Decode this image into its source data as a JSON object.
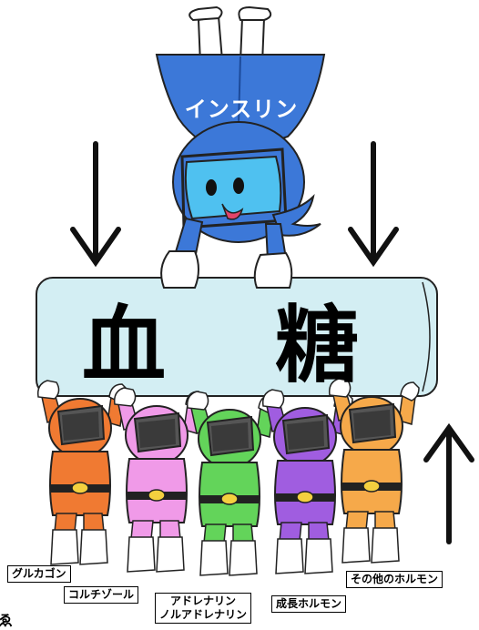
{
  "insulin": {
    "label": "インスリン",
    "color": "#3c78d8"
  },
  "blood_sugar": {
    "char1": "血",
    "char2": "糖",
    "bar_color": "#d3eef3"
  },
  "arrows": {
    "down_left": "down-arrow",
    "down_right": "down-arrow",
    "up_right": "up-arrow"
  },
  "heroes": [
    {
      "name": "glucagon",
      "color": "#f07a32"
    },
    {
      "name": "cortisol",
      "color": "#f09ae8"
    },
    {
      "name": "adrenaline",
      "color": "#63d45a"
    },
    {
      "name": "growth-hormone",
      "color": "#a05de0"
    },
    {
      "name": "other",
      "color": "#f6a94a"
    }
  ],
  "labels": {
    "glucagon": "グルカゴン",
    "cortisol": "コルチゾール",
    "adrenaline_1": "アドレナリン",
    "adrenaline_2": "ノルアドレナリン",
    "growth_hormone": "成長ホルモン",
    "other": "その他のホルモン"
  },
  "stray_glyph": "ゑ"
}
